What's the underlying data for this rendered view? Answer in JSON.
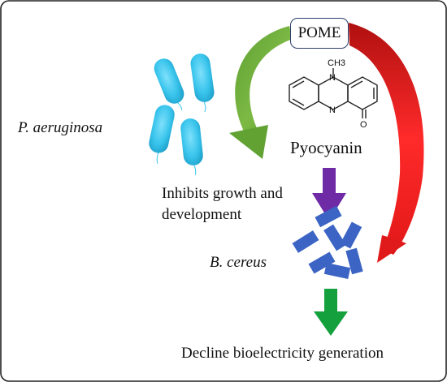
{
  "organisms": {
    "producer": "P. aeruginosa",
    "target": "B. cereus"
  },
  "inputs": {
    "substrate": "POME"
  },
  "molecule": {
    "name": "Pyocyanin",
    "substituent": "CH3",
    "ring_n1": "N",
    "ring_n2": "N",
    "carbonyl_o": "O"
  },
  "effects": {
    "inhibition_line1": "Inhibits growth and",
    "inhibition_line2": "development",
    "outcome": "Decline bioelectricity generation"
  },
  "colors": {
    "frame": "#222222",
    "box_border": "#2b3f6b",
    "green_arrow": "#6aa83c",
    "red_arrow": "#e52020",
    "purple_arrow": "#6f2aa6",
    "outcome_arrow": "#14a03c",
    "p_aeruginosa_cells": "#35c6ec",
    "b_cereus_cells": "#3b64c4"
  }
}
